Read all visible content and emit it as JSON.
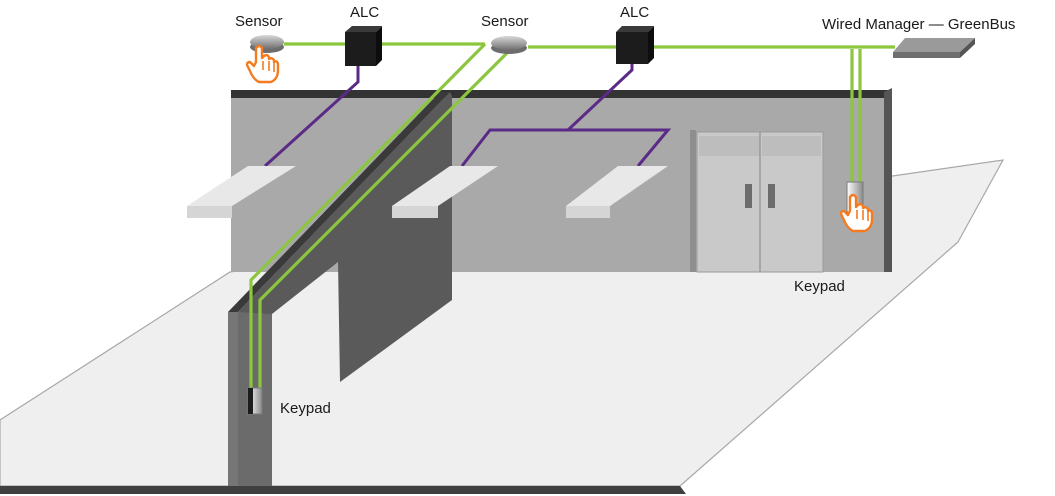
{
  "labels": {
    "sensor_left": "Sensor",
    "alc_left": "ALC",
    "sensor_right": "Sensor",
    "alc_right": "ALC",
    "wired_manager": "Wired Manager — GreenBus",
    "keypad_right": "Keypad",
    "keypad_left": "Keypad"
  },
  "colors": {
    "greenbus_cable": "#8cc63f",
    "fixture_wire": "#5b2a86",
    "hand_icon": "#f47b20"
  },
  "icons": [
    "hand-pointer-icon"
  ]
}
